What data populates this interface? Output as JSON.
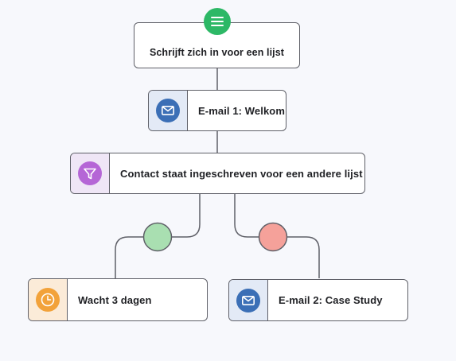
{
  "diagram": {
    "trigger": {
      "label": "Schrijft zich in voor een lijst",
      "icon": "list-icon",
      "color": "#2db866"
    },
    "email1": {
      "label": "E-mail 1: Welkom",
      "icon": "mail-icon",
      "color": "#3b6fb6",
      "side_bg": "#e3eaf6"
    },
    "condition": {
      "label": "Contact staat ingeschreven voor een andere lijst",
      "icon": "filter-icon",
      "color": "#b566d6",
      "side_bg": "#efe6f6"
    },
    "branch_yes": {
      "color": "#a9dfb1"
    },
    "branch_no": {
      "color": "#f5a19a"
    },
    "wait": {
      "label": "Wacht 3 dagen",
      "icon": "clock-icon",
      "color": "#f2a23a",
      "side_bg": "#fbebd8"
    },
    "email2": {
      "label": "E-mail 2: Case Study",
      "icon": "mail-icon",
      "color": "#3b6fb6",
      "side_bg": "#e3eaf6"
    },
    "line_color": "#5f6068"
  }
}
